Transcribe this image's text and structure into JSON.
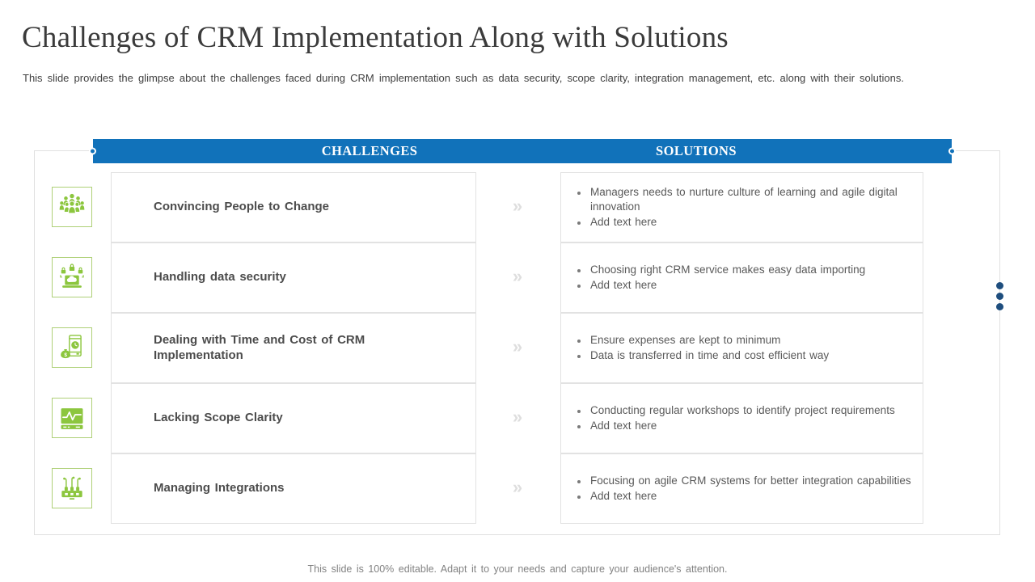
{
  "slide": {
    "title": "Challenges of CRM Implementation Along with Solutions",
    "subtitle": "This slide provides the glimpse about the challenges faced during CRM implementation such as data security, scope clarity, integration management, etc. along with their solutions.",
    "footer": "This slide is 100% editable. Adapt it to your needs and capture your audience's attention."
  },
  "table": {
    "headers": {
      "challenges": "CHALLENGES",
      "solutions": "SOLUTIONS"
    },
    "arrow_glyph": "»",
    "rows": [
      {
        "icon": "people-group-icon",
        "challenge": "Convincing People to Change",
        "solutions": [
          "Managers needs to nurture culture of learning and agile digital innovation",
          "Add text here"
        ]
      },
      {
        "icon": "data-security-icon",
        "challenge": "Handling data security",
        "solutions": [
          "Choosing right CRM service makes easy data importing",
          "Add text here"
        ]
      },
      {
        "icon": "time-cost-icon",
        "challenge": "Dealing with Time and Cost of CRM Implementation",
        "solutions": [
          "Ensure expenses are kept to minimum",
          "Data is transferred in time and cost efficient way"
        ]
      },
      {
        "icon": "scope-clarity-icon",
        "challenge": "Lacking Scope Clarity",
        "solutions": [
          "Conducting regular workshops to identify project requirements",
          "Add text here"
        ]
      },
      {
        "icon": "integrations-icon",
        "challenge": "Managing Integrations",
        "solutions": [
          "Focusing on agile CRM systems for better integration capabilities",
          "Add text here"
        ]
      }
    ]
  },
  "colors": {
    "header_blue": "#1172ba",
    "icon_green": "#8cc63e",
    "icon_border_green": "#aed077",
    "side_dots_navy": "#1e4e7e",
    "border_gray": "#e0e0e0",
    "title_text": "#3b3b3b",
    "challenge_text": "#4c4c4c",
    "solution_text": "#595959",
    "arrow_gray": "#dedede",
    "footer_text": "#828282"
  }
}
